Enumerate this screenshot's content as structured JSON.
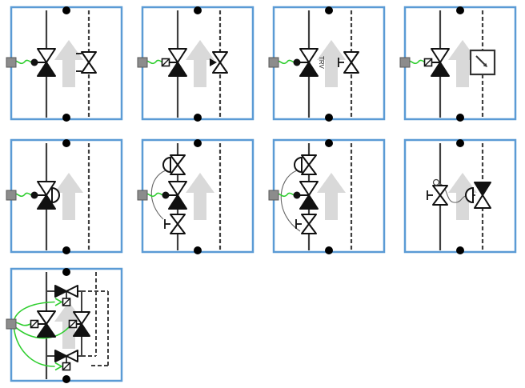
{
  "page": {
    "background": "#ffffff"
  },
  "diagram": {
    "colors": {
      "panel_border": "#5B9BD5",
      "pipe": "#3F3F3F",
      "valve": "#111111",
      "signal_green": "#2FCE2F",
      "arrow_fill": "#D9D9D9",
      "port_fill": "#8C8C8C",
      "port_stroke": "#595959",
      "node_fill": "#000000",
      "capillary": "#666666"
    },
    "rows": [
      [
        1,
        2,
        3,
        4
      ],
      [
        5,
        6,
        7,
        8
      ],
      [
        9
      ]
    ],
    "panels": [
      {
        "id": 1,
        "name": "control-valve-with-measuring-valve",
        "left_port": true,
        "control_wire": true,
        "supply": [
          {
            "symbol": "control-valve",
            "connector": "dot"
          }
        ],
        "return_line": [
          {
            "symbol": "balancing-valve-ticks"
          }
        ]
      },
      {
        "id": 2,
        "name": "control-valve-slashbox-with-pointer-balancing-valve",
        "left_port": true,
        "control_wire": true,
        "supply": [
          {
            "symbol": "control-valve",
            "connector": "slash-box"
          }
        ],
        "return_line": [
          {
            "symbol": "balancing-valve-pointer"
          }
        ]
      },
      {
        "id": 3,
        "name": "thermostatic-radiator-valve-with-lockshield",
        "left_port": true,
        "control_wire": true,
        "supply": [
          {
            "symbol": "control-valve",
            "connector": "dot",
            "label": "TRV"
          }
        ],
        "return_line": [
          {
            "symbol": "balancing-valve-t"
          }
        ]
      },
      {
        "id": 4,
        "name": "control-valve-with-self-acting-regulator",
        "left_port": true,
        "control_wire": true,
        "supply": [
          {
            "symbol": "control-valve",
            "connector": "slash-box"
          }
        ],
        "return_line": [
          {
            "symbol": "self-acting-regulator"
          }
        ]
      },
      {
        "id": 5,
        "name": "control-valve-with-half-actuator",
        "left_port": true,
        "control_wire": true,
        "supply": [
          {
            "symbol": "control-valve",
            "connector": "dot",
            "actuator": "half-right"
          }
        ],
        "return_line": []
      },
      {
        "id": 6,
        "name": "dp-controller-control-valve-balancing-valve-capillary-high",
        "left_port": true,
        "control_wire": true,
        "supply": [
          {
            "symbol": "dp-valve",
            "actuator": "half-left"
          },
          {
            "symbol": "control-valve",
            "connector": "dot"
          },
          {
            "symbol": "balancing-valve-t"
          }
        ],
        "return_line": [],
        "capillary": "upper-to-lower-top"
      },
      {
        "id": 7,
        "name": "dp-controller-control-valve-balancing-valve-capillary-low",
        "left_port": true,
        "control_wire": true,
        "supply": [
          {
            "symbol": "dp-valve",
            "actuator": "half-left"
          },
          {
            "symbol": "control-valve",
            "connector": "dot"
          },
          {
            "symbol": "balancing-valve-t"
          }
        ],
        "return_line": [],
        "capillary": "upper-to-lower-bottom"
      },
      {
        "id": 8,
        "name": "partner-valve-with-dp-controller-on-return",
        "left_port": false,
        "control_wire": false,
        "supply": [
          {
            "symbol": "balancing-valve-t",
            "pigtail": true
          }
        ],
        "return_line": [
          {
            "symbol": "control-valve-inverted",
            "actuator": "half-left"
          }
        ],
        "capillary": "supply-to-return-actuator"
      },
      {
        "id": 9,
        "name": "four-valve-changeover-circuit",
        "left_port": true,
        "control_wire": true,
        "custom": "changeover",
        "supply": [
          {
            "symbol": "control-valve",
            "connector": "slash-box"
          }
        ],
        "return_line": [
          {
            "symbol": "control-valve",
            "connector": "slash-box"
          }
        ],
        "branch_valves": [
          {
            "symbol": "horizontal-valve",
            "connector": "slash-box",
            "position": "top"
          },
          {
            "symbol": "horizontal-valve",
            "connector": "slash-box",
            "position": "bottom"
          }
        ]
      }
    ]
  }
}
